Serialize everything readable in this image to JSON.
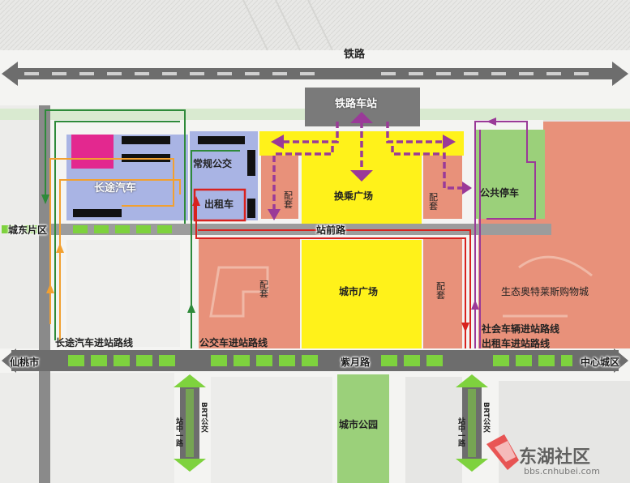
{
  "labels": {
    "railway": "铁路",
    "railway_station": "铁路车站",
    "long_distance_bus": "长途汽车",
    "regular_bus": "常规公交",
    "taxi": "出租车",
    "exchange_plaza": "换乘广场",
    "support_1": "配套",
    "support_2": "配套",
    "support_3": "配套",
    "support_4": "配套",
    "public_parking": "公共停车",
    "city_east": "城东片区",
    "station_front_road": "站前路",
    "city_plaza": "城市广场",
    "outlet_mall": "生态奥特莱斯购物城",
    "long_bus_route": "长途汽车进站路线",
    "bus_route": "公交车进站路线",
    "social_vehicle_route": "社会车辆进站路线",
    "taxi_route": "出租车进站路线",
    "xiantao": "仙桃市",
    "ziyue_road": "紫月路",
    "center_city": "中心城区",
    "brt_left": "BRT公交",
    "brt_right": "BRT公交",
    "zhanzhong_left": "站中一路",
    "zhanzhong_right": "站中一路",
    "city_park": "城市公园"
  },
  "watermark": {
    "brand": "东湖社区",
    "url": "bbs.cnhubei.com"
  },
  "colors": {
    "background": "#f4f4f2",
    "plaza_yellow": "#fff21a",
    "support_salmon": "#e8917a",
    "bus_blue": "#a9b4e4",
    "bus_magenta": "#e3288f",
    "park_green": "#9bd07a",
    "road_green": "#7ed23e",
    "road_gray": "#6d6d6d",
    "route_green": "#2e8a3a",
    "route_orange": "#f2a030",
    "route_red": "#d8221e",
    "route_purple": "#9a3a98",
    "station_gray": "#7a7a7a"
  }
}
